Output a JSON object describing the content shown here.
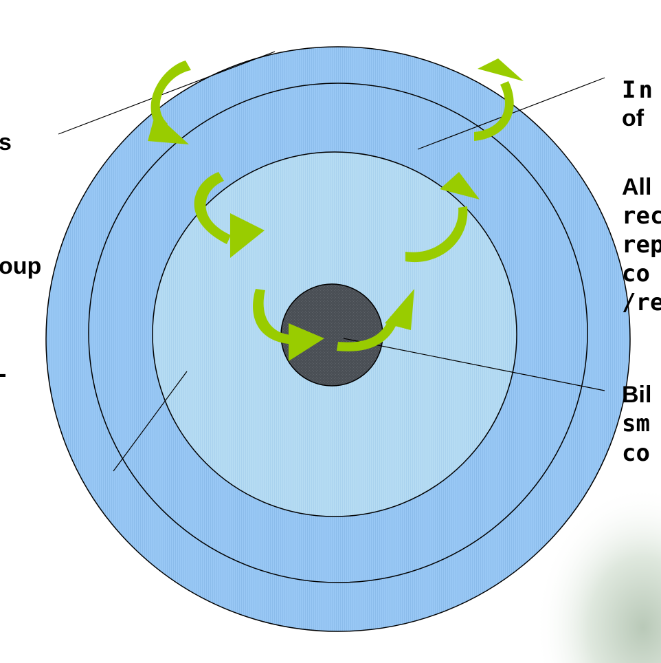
{
  "colors": {
    "outer_ring": "#99c8f5",
    "inner_disc": "#b6dcf3",
    "core": "#4a4f55",
    "arrow": "#99cc00",
    "stroke": "#000000",
    "corner_foliage": "#cfdccf"
  },
  "labels": {
    "left_top": "s",
    "left_mid": "oup",
    "left_low": "-",
    "right_top_1": "In",
    "right_top_2": "of",
    "right_mid_1": "All",
    "right_mid_2": "rec",
    "right_mid_3": "rep",
    "right_mid_4": "co",
    "right_mid_5": "/re",
    "right_low_1": "Bil",
    "right_low_2": "sm",
    "right_low_3": "co"
  }
}
